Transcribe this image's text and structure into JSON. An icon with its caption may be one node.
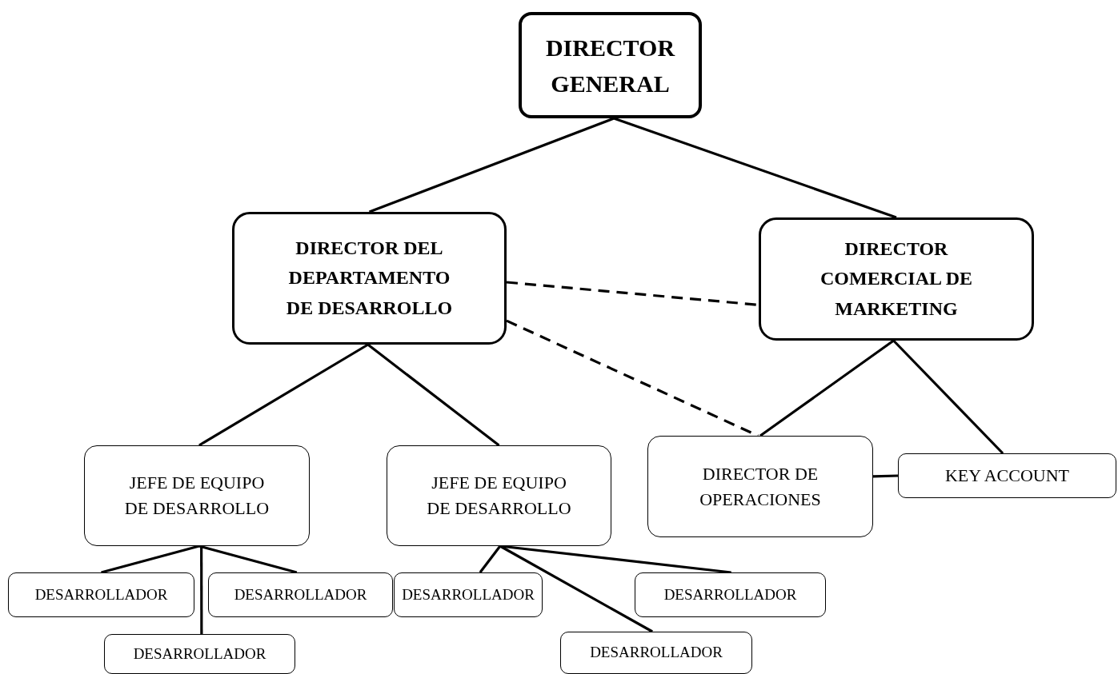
{
  "diagram": {
    "nodes": [
      {
        "text": [
          "DIRECTOR GENERAL"
        ]
      },
      {
        "text": [
          "DIRECTOR DEL DEPARTAMENTO DE DESARROLLO"
        ]
      },
      {
        "text": [
          "DIRECTOR COMERCIAL DE MARKETING"
        ]
      },
      {
        "text": [
          "JEFE DE EQUIPO DE DESARROLLO"
        ]
      },
      {
        "text": [
          "JEFE DE EQUIPO DE DESARROLLO"
        ]
      },
      {
        "text": [
          "DIRECTOR DE OPERACIONES"
        ]
      },
      {
        "text": [
          "KEY ACCOUNT"
        ]
      },
      {
        "text": [
          "DESARROLLADOR"
        ]
      },
      {
        "text": [
          "DESARROLLADOR"
        ]
      },
      {
        "text": [
          "DESARROLLADOR"
        ]
      },
      {
        "text": [
          "DESARROLLADOR"
        ]
      },
      {
        "text": [
          "DESARROLLADOR"
        ]
      },
      {
        "text": [
          "DESARROLLADOR"
        ]
      }
    ],
    "edges": [
      {
        "from": 0,
        "to": 1,
        "arrow": "none"
      },
      {
        "from": 0,
        "to": 2,
        "arrow": "none"
      },
      {
        "from": 1,
        "to": 2,
        "arrow": "none",
        "style": "dashed"
      },
      {
        "from": 1,
        "to": 5,
        "arrow": "none",
        "style": "dashed"
      },
      {
        "from": 1,
        "to": 3,
        "arrow": "none"
      },
      {
        "from": 1,
        "to": 4,
        "arrow": "none"
      },
      {
        "from": 2,
        "to": 5,
        "arrow": "none"
      },
      {
        "from": 2,
        "to": 6,
        "arrow": "none"
      },
      {
        "from": 5,
        "to": 6,
        "arrow": "none"
      },
      {
        "from": 3,
        "to": 7,
        "arrow": "none"
      },
      {
        "from": 3,
        "to": 8,
        "arrow": "none"
      },
      {
        "from": 3,
        "to": 9,
        "arrow": "none"
      },
      {
        "from": 4,
        "to": 10,
        "arrow": "none"
      },
      {
        "from": 4,
        "to": 11,
        "arrow": "none"
      },
      {
        "from": 4,
        "to": 12,
        "arrow": "none"
      }
    ]
  }
}
